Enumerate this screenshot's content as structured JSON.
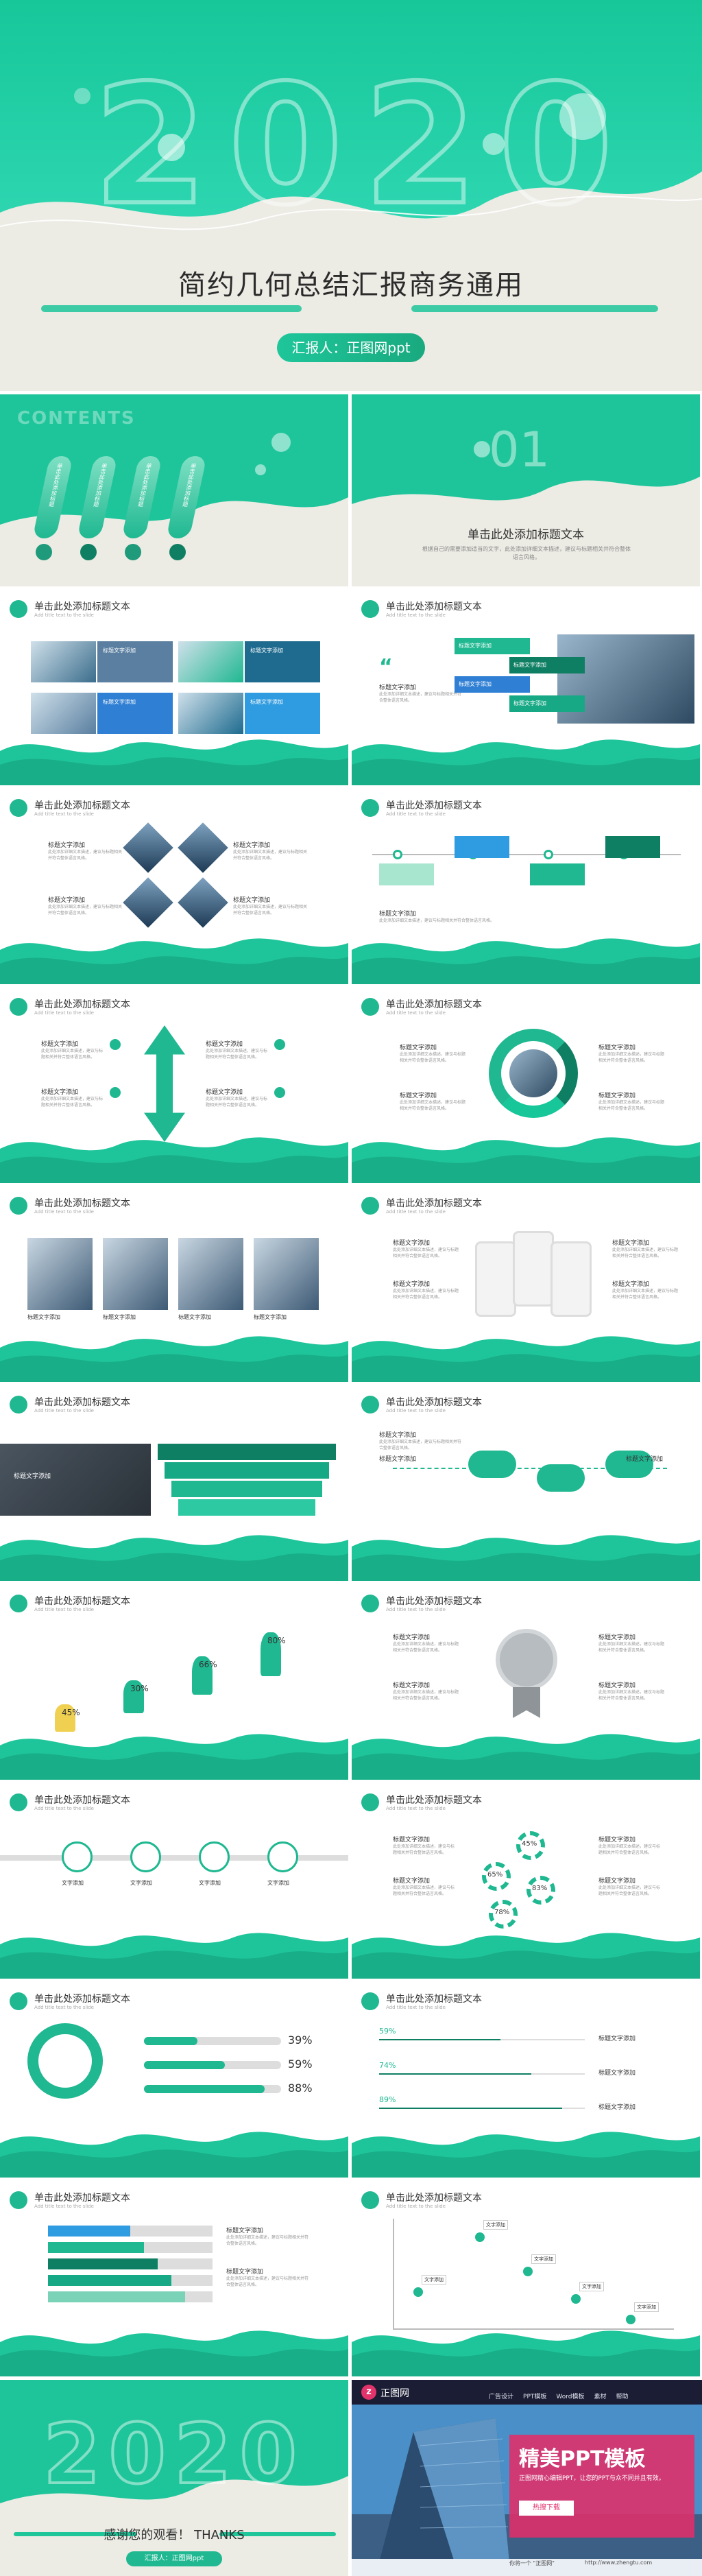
{
  "cover": {
    "year": "2020",
    "title": "简约几何总结汇报商务通用",
    "reporter": "汇报人：正图网ppt"
  },
  "contents_slide": {
    "heading": "CONTENTS",
    "items": [
      "单击此处添加标题",
      "单击此处添加标题",
      "单击此处添加标题",
      "单击此处添加标题"
    ]
  },
  "section_slide": {
    "number": "01",
    "title": "单击此处添加标题文本",
    "desc": "根据自己的需要添加适当的文字，此处添加详细文本描述，建议与标题相关并符合整体语言风格。"
  },
  "common": {
    "slide_title": "单击此处添加标题文本",
    "slide_sub": "Add title text to the slide",
    "label": "标题文字添加",
    "text_label": "文字添加",
    "body": "此处添加详细文本描述，建议与标题相关并符合整体语言风格。"
  },
  "percent_slide": {
    "values": [
      "45%",
      "30%",
      "66%",
      "80%"
    ]
  },
  "gear_slide": {
    "values": [
      "45%",
      "65%",
      "83%",
      "78%"
    ]
  },
  "bars_slide": {
    "values": [
      "39%",
      "59%",
      "88%"
    ]
  },
  "lines_slide": {
    "values": [
      "59%",
      "74%",
      "89%"
    ]
  },
  "final": {
    "year": "2020",
    "thanks": "感谢您的观看！ THANKS",
    "reporter": "汇报人：正图网ppt"
  },
  "ad": {
    "brand": "正图网",
    "nav": [
      "广告设计",
      "PPT模板",
      "Word模板",
      "素材",
      "帮助"
    ],
    "headline": "精美PPT模板",
    "desc": "正图网精心编辑PPT，让您的PPT与众不同并且有效。",
    "button": "热搜下载",
    "footer": "你将一个 \"正图网\"",
    "url": "http://www.zhengtu.com"
  },
  "colors": {
    "accent": "#1fb891",
    "dark": "#0f7f63",
    "blue": "#2f7fd4",
    "navy": "#1e2240",
    "cream": "#ecebe4"
  }
}
